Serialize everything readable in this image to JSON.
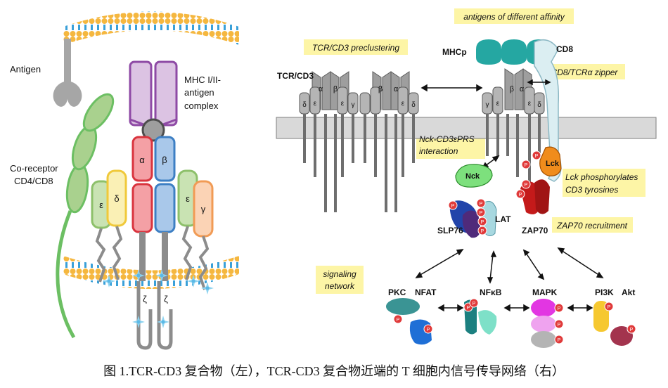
{
  "left": {
    "antigen": "Antigen",
    "mhc_line1": "MHC I/II-",
    "mhc_line2": "antigen",
    "mhc_line3": "complex",
    "coreceptor_line1": "Co-receptor",
    "coreceptor_line2": "CD4/CD8",
    "alpha": "α",
    "beta": "β",
    "epsilon_left": "ε",
    "delta": "δ",
    "epsilon_right": "ε",
    "gamma": "γ",
    "zeta1": "ζ",
    "zeta2": "ζ"
  },
  "right": {
    "antigens_affinity": "antigens of different affinity",
    "tcr_preclustering": "TCR/CD3 preclustering",
    "mhcp": "MHCp",
    "cd8": "CD8",
    "cd8_zipper": "CD8/TCRα zipper",
    "tcr_cd3": "TCR/CD3",
    "sub_delta": "δ",
    "sub_eps": "ε",
    "sub_alpha": "α",
    "sub_beta": "β",
    "sub_gamma": "γ",
    "nck_interaction_line1": "Nck-CD3εPRS",
    "nck_interaction_line2": "interaction",
    "nck": "Nck",
    "lck": "Lck",
    "lck_phos_line1": "Lck phosphorylates",
    "lck_phos_line2": "CD3 tyrosines",
    "lat": "LAT",
    "slp76": "SLP76",
    "zap70": "ZAP70",
    "zap70_recruit": "ZAP70 recruitment",
    "signaling_line1": "signaling",
    "signaling_line2": "network",
    "pkc": "PKC",
    "nfat": "NFAT",
    "nfkb": "NFκB",
    "mapk": "MAPK",
    "pi3k": "PI3K",
    "akt": "Akt",
    "p": "P"
  },
  "caption": "图 1.TCR-CD3 复合物（左），TCR-CD3 复合物近端的 T 细胞内信号传导网络（右）",
  "colors": {
    "membrane_head": "#f5b73f",
    "membrane_tail": "#3aa0d8",
    "mhc": "#b07ac0",
    "tcr_alpha": "#e85b63",
    "tcr_beta": "#5b9bd5",
    "epsilon_green": "#a9d18e",
    "delta_yellow": "#f4d35e",
    "gamma_orange": "#f4b183",
    "coreceptor": "#6cbf63",
    "gray_chain": "#8c8c8c",
    "highlight_box": "#fdf5a6",
    "phospho": "#e03a3a"
  }
}
